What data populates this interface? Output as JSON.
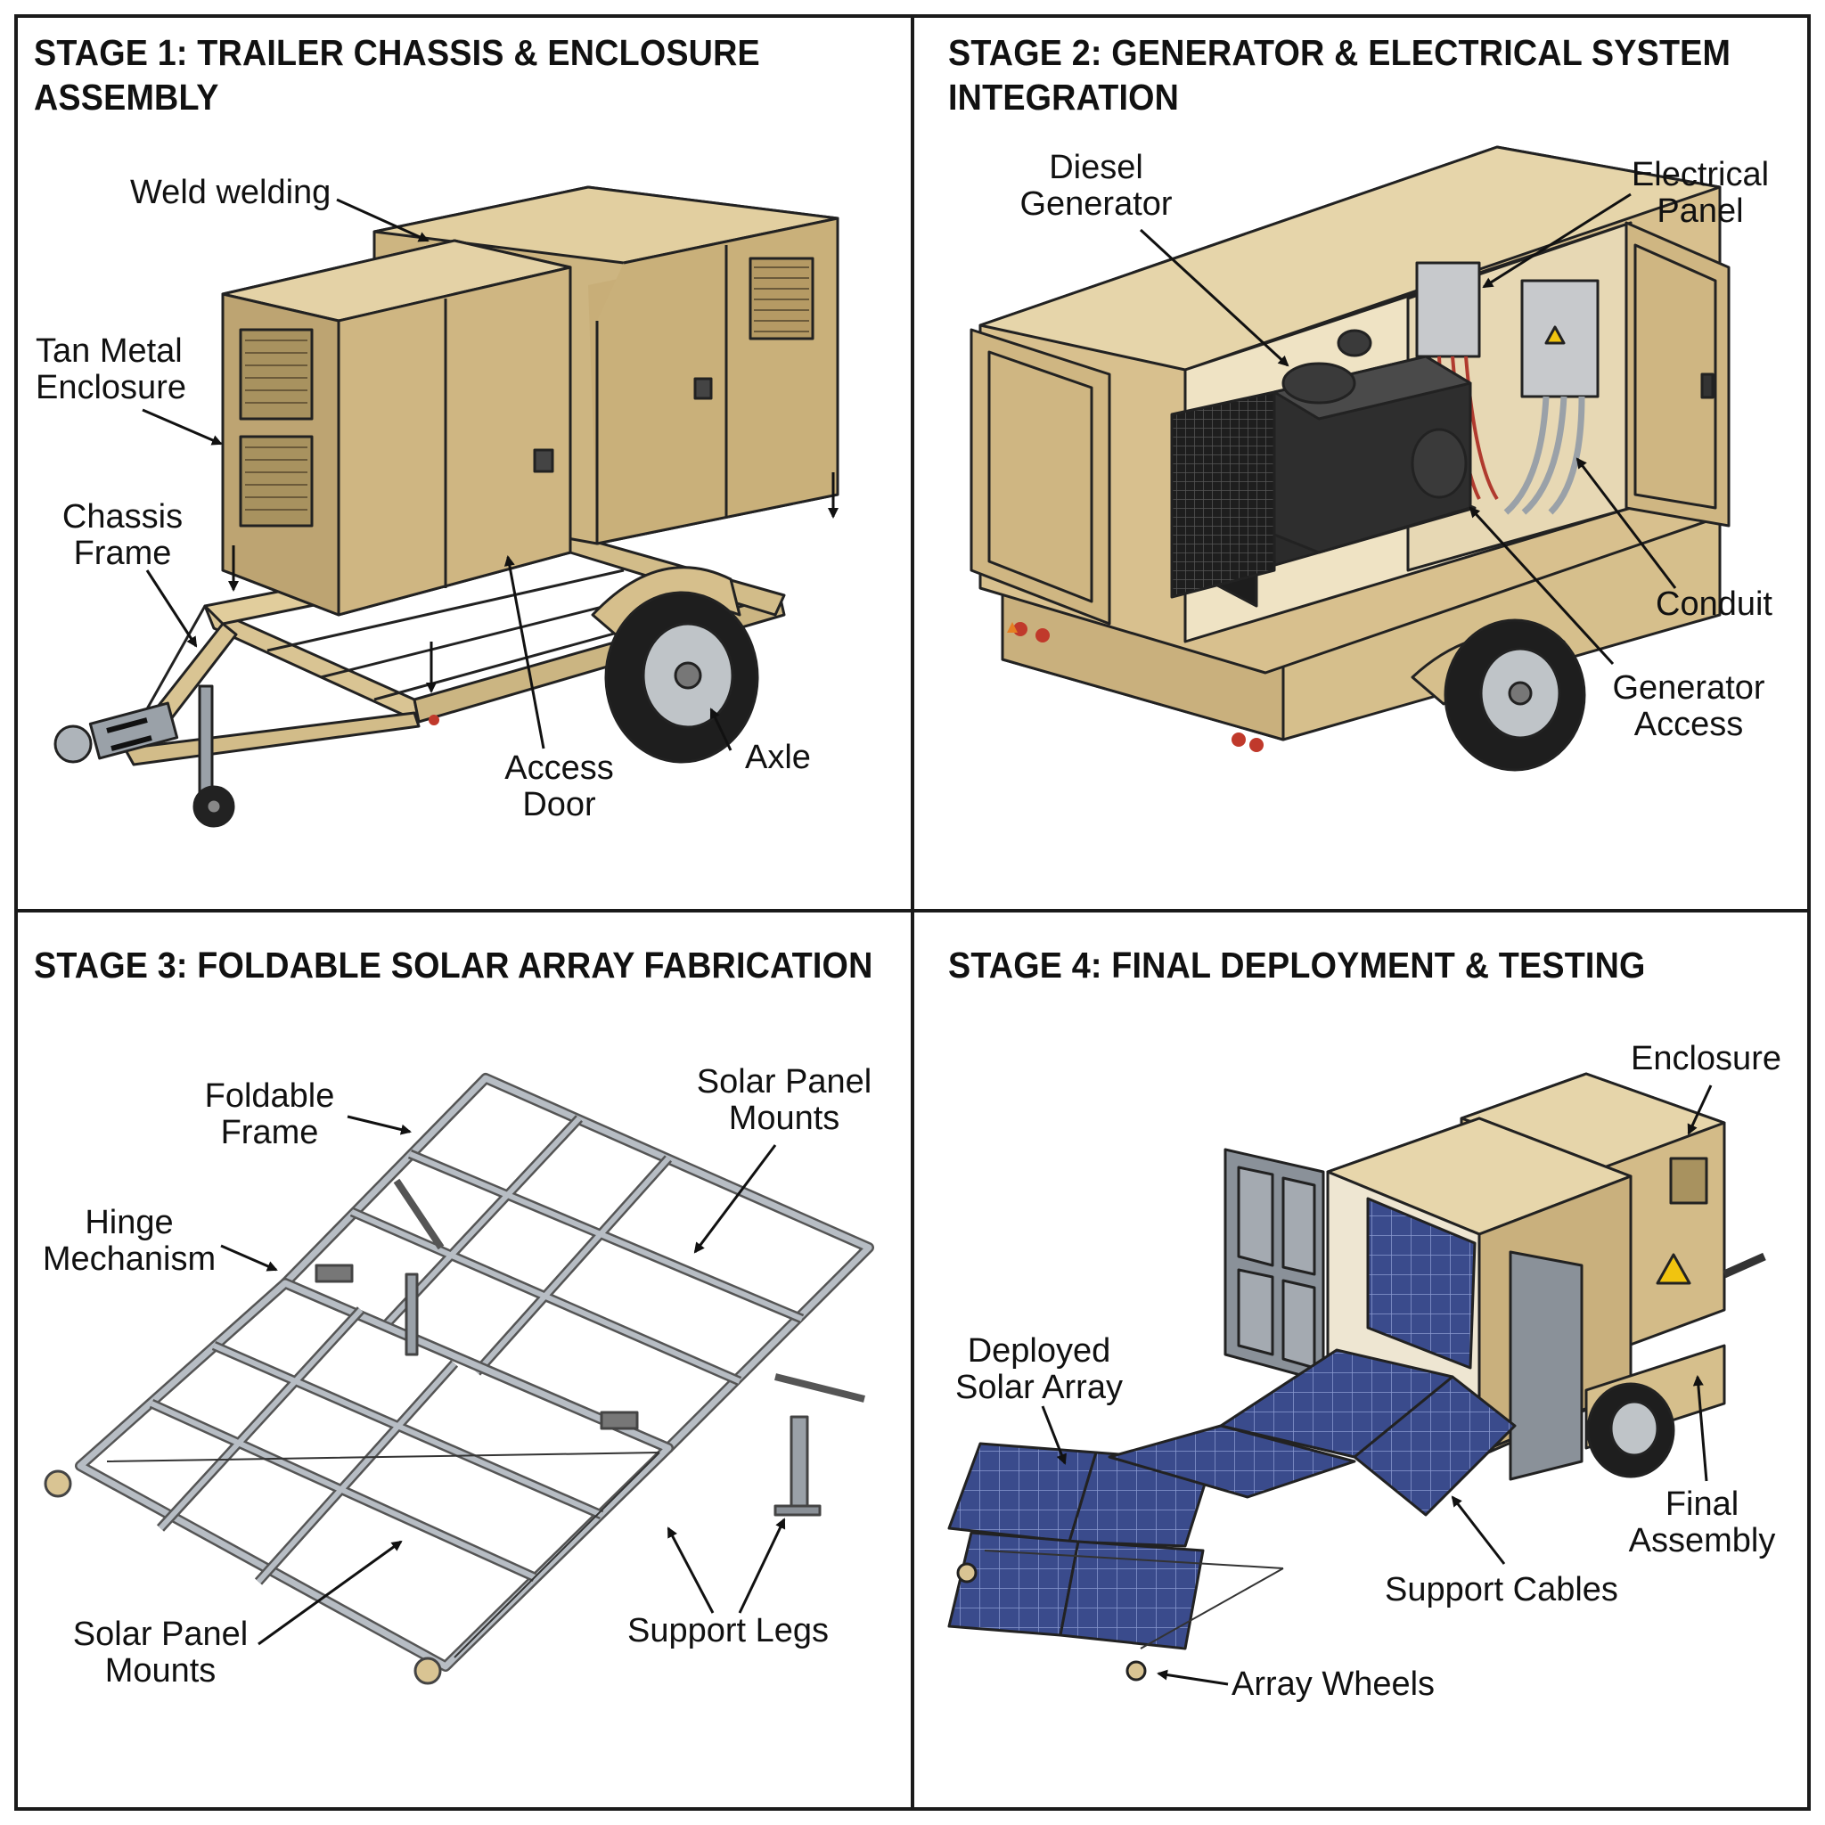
{
  "panels": [
    {
      "title": "STAGE 1: TRAILER CHASSIS & ENCLOSURE\nASSEMBLY",
      "labels": {
        "weld": "Weld welding",
        "enclosure": "Tan Metal\nEnclosure",
        "chassis": "Chassis\nFrame",
        "door": "Access\nDoor",
        "axle": "Axle"
      }
    },
    {
      "title": "STAGE 2: GENERATOR & ELECTRICAL SYSTEM\nINTEGRATION",
      "labels": {
        "generator": "Diesel\nGenerator",
        "panel": "Electrical\nPanel",
        "conduit": "Conduit",
        "access": "Generator\nAccess"
      }
    },
    {
      "title": "STAGE 3: FOLDABLE SOLAR ARRAY FABRICATION",
      "labels": {
        "frame": "Foldable\nFrame",
        "mounts_top": "Solar Panel\nMounts",
        "hinge": "Hinge\nMechanism",
        "mounts_bottom": "Solar Panel\nMounts",
        "legs": "Support Legs"
      }
    },
    {
      "title": "STAGE 4: FINAL DEPLOYMENT & TESTING",
      "labels": {
        "enclosure": "Enclosure",
        "solar": "Deployed\nSolar Array",
        "final": "Final\nAssembly",
        "cables": "Support Cables",
        "wheels": "Array Wheels"
      }
    }
  ],
  "colors": {
    "tan": "#d8c08e",
    "tan_dark": "#b89f6c",
    "steel": "#9aa1a8",
    "solar": "#3a4b8c",
    "engine": "#2a2a2a",
    "outline": "#222222"
  }
}
